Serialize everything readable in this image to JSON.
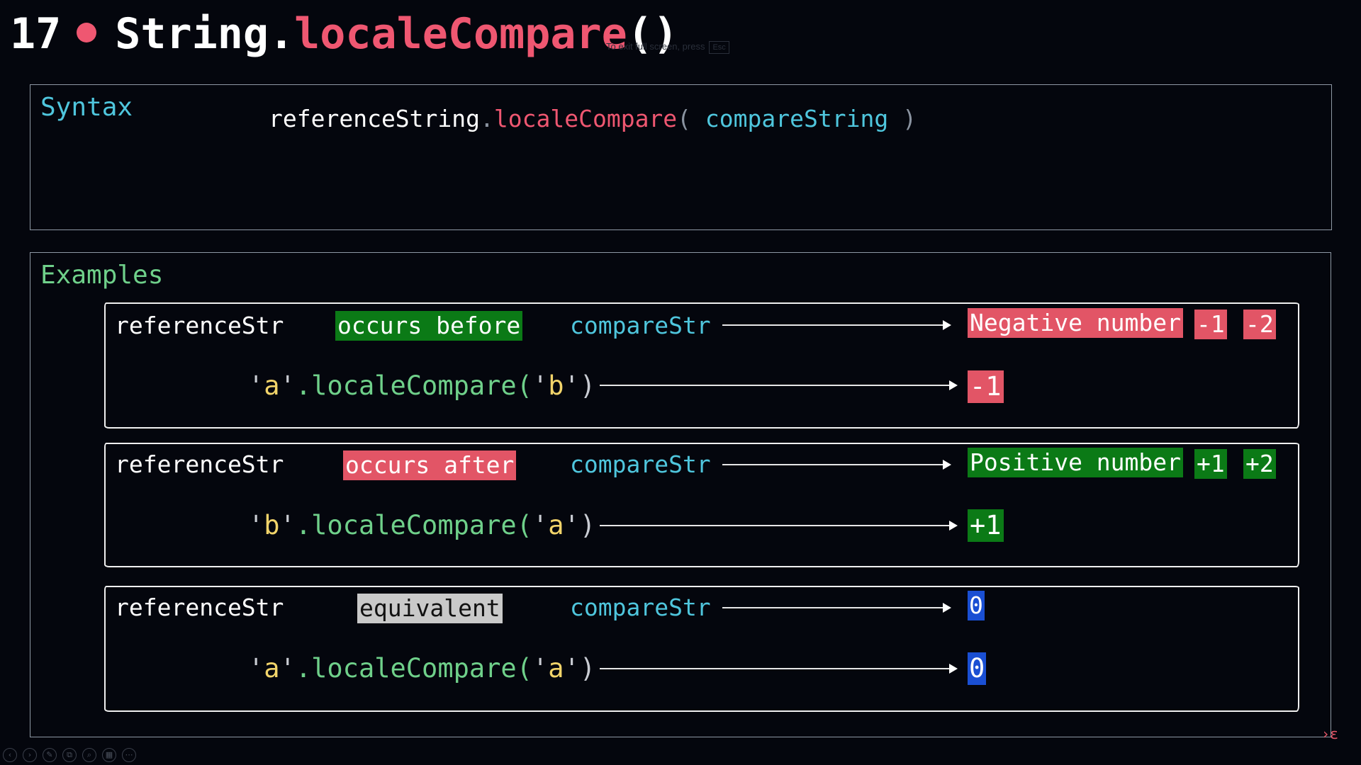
{
  "title": {
    "number": "17",
    "object": "String.",
    "method": "localeCompare",
    "parens": "()"
  },
  "overlay_hint": {
    "text": "To exit full screen, press",
    "key": "Esc"
  },
  "syntax": {
    "label": "Syntax",
    "reference": "referenceString",
    "dot": ".",
    "method": "localeCompare",
    "open": "( ",
    "argument": "compareString",
    "close": " )"
  },
  "examples": {
    "label": "Examples",
    "rows": [
      {
        "reference": "referenceStr",
        "relation": "occurs before",
        "relation_color": "#0b7a16",
        "compare": "compareStr",
        "result_label": "Negative number",
        "result_examples": [
          "-1",
          "-2"
        ],
        "result_color": "#e25566",
        "code": {
          "left": "a",
          "method": ".localeCompare(",
          "right": "b",
          "close": ")"
        },
        "code_result": "-1"
      },
      {
        "reference": "referenceStr",
        "relation": "occurs after",
        "relation_color": "#e25566",
        "compare": "compareStr",
        "result_label": "Positive number",
        "result_examples": [
          "+1",
          "+2"
        ],
        "result_color": "#0b7a16",
        "code": {
          "left": "b",
          "method": ".localeCompare(",
          "right": "a",
          "close": ")"
        },
        "code_result": "+1"
      },
      {
        "reference": "referenceStr",
        "relation": "equivalent",
        "relation_color": "#c9c9c9",
        "compare": "compareStr",
        "result_label": "0",
        "result_examples": [],
        "result_color": "#1a4fd3",
        "code": {
          "left": "a",
          "method": ".localeCompare(",
          "right": "a",
          "close": ")"
        },
        "code_result": "0"
      }
    ]
  },
  "toolbar": {
    "icons": [
      "previous-icon",
      "next-icon",
      "pen-icon",
      "copy-icon",
      "zoom-icon",
      "grid-icon",
      "more-icon"
    ],
    "glyphs": [
      "‹",
      "›",
      "✎",
      "⧉",
      "⌕",
      "▦",
      "⋯"
    ]
  },
  "corner_mark": "›ɛ"
}
